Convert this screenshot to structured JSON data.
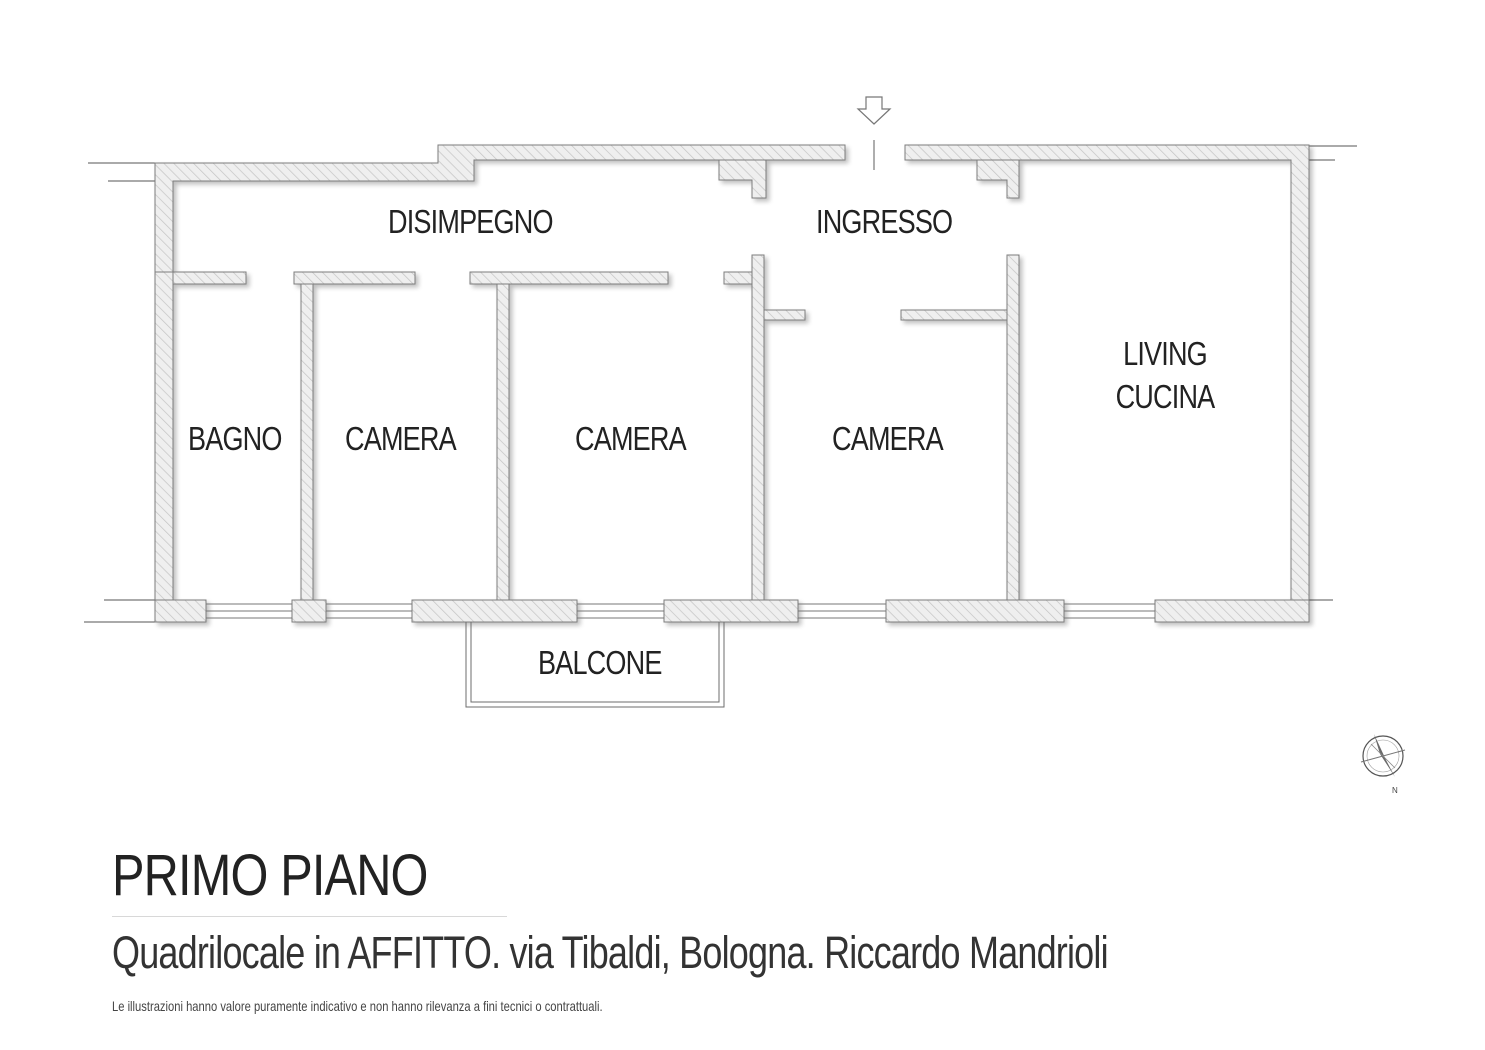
{
  "rooms": {
    "disimpegno": "DISIMPEGNO",
    "ingresso": "INGRESSO",
    "bagno": "BAGNO",
    "camera_1": "CAMERA",
    "camera_2": "CAMERA",
    "camera_3": "CAMERA",
    "living_line1": "LIVING",
    "living_line2": "CUCINA",
    "balcone": "BALCONE"
  },
  "compass": {
    "north_label": "N",
    "icon": "compass-rose-icon"
  },
  "entrance": {
    "icon": "entrance-arrow-icon"
  },
  "footer": {
    "floor_title": "PRIMO PIANO",
    "subtitle": "Quadrilocale in AFFITTO. via Tibaldi, Bologna. Riccardo Mandrioli",
    "disclaimer": "Le illustrazioni hanno valore puramente indicativo e non hanno rilevanza a fini tecnici o contrattuali."
  },
  "colors": {
    "wall_fill": "#ececec",
    "wall_stroke": "#7a7a7a",
    "hatch": "#bdbdbd",
    "text": "#222222"
  }
}
